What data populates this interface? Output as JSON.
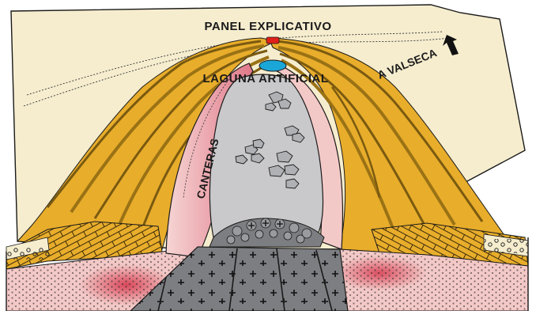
{
  "labels": {
    "panel": "PANEL EXPLICATIVO",
    "laguna": "LAGUNA ARTIFICIAL",
    "valseca": "A VALSECA",
    "canteras": "CANTERAS"
  },
  "colors": {
    "background": "#ffffff",
    "plateau": "#f6edcf",
    "ochre_strata": "#e8ad2b",
    "ochre_dark": "#b8861c",
    "pink_rock": "#f3c9c7",
    "red_rock": "#d63a4f",
    "quarry_floor": "#c9c9cb",
    "granite": "#7d7e82",
    "granite_light": "#b0b1b5",
    "lagoon": "#1aa7d8",
    "panel_marker": "#e0201a",
    "outline": "#1a1a1a"
  },
  "icons": {
    "direction_arrow": "black-arrow-icon",
    "panel_marker": "red-marker-icon",
    "lagoon": "lagoon-shape"
  }
}
